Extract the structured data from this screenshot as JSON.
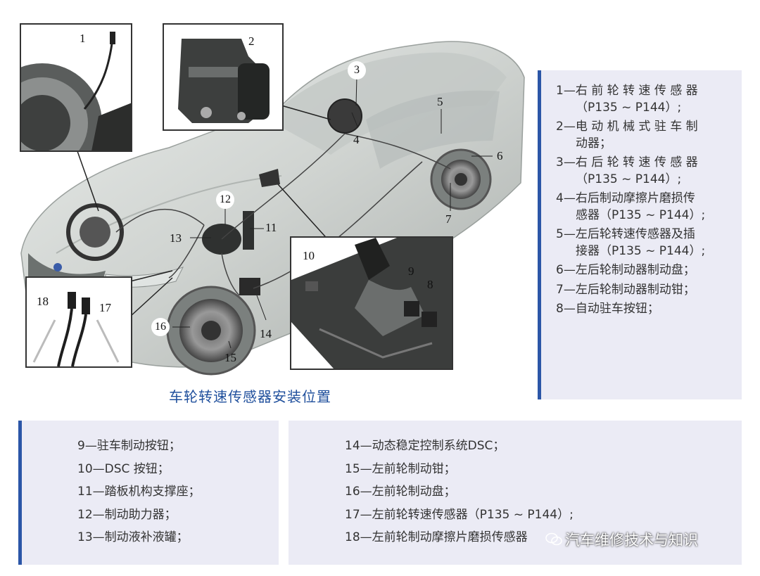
{
  "caption": "车轮转速传感器安装位置",
  "callouts": [
    "1",
    "2",
    "3",
    "4",
    "5",
    "6",
    "7",
    "8",
    "9",
    "10",
    "11",
    "12",
    "13",
    "14",
    "15",
    "16",
    "17",
    "18"
  ],
  "legend_right": [
    {
      "line1": "1—右 前 轮 转 速 传 感 器",
      "line2": "（P135 ~ P144）;"
    },
    {
      "line1": "2—电 动 机 械 式 驻 车 制",
      "line2": "动器；"
    },
    {
      "line1": "3—右 后 轮 转 速 传 感 器",
      "line2": "（P135 ~ P144）;"
    },
    {
      "line1": "4—右后制动摩擦片磨损传",
      "line2": "感器（P135 ~ P144）;"
    },
    {
      "line1": "5—左后轮转速传感器及插",
      "line2": "接器（P135 ~ P144）;"
    },
    {
      "line1": "6—左后轮制动器制动盘；",
      "line2": ""
    },
    {
      "line1": "7—左后轮制动器制动钳；",
      "line2": ""
    },
    {
      "line1": "8—自动驻车按钮；",
      "line2": ""
    }
  ],
  "legend_bottom_left": [
    "9—驻车制动按钮；",
    "10—DSC 按钮；",
    "11—踏板机构支撑座；",
    "12—制动助力器；",
    "13—制动液补液罐；"
  ],
  "legend_bottom_right": [
    "14—动态稳定控制系统DSC；",
    "15—左前轮制动钳；",
    "16—左前轮制动盘；",
    "17—左前轮转速传感器（P135 ~ P144）;",
    "18—左前轮制动摩擦片磨损传感器"
  ],
  "watermark": "汽车维修技术与知识",
  "colors": {
    "accent": "#2b56a7",
    "caption": "#1f4f9c",
    "panel": "#ebebf5"
  }
}
